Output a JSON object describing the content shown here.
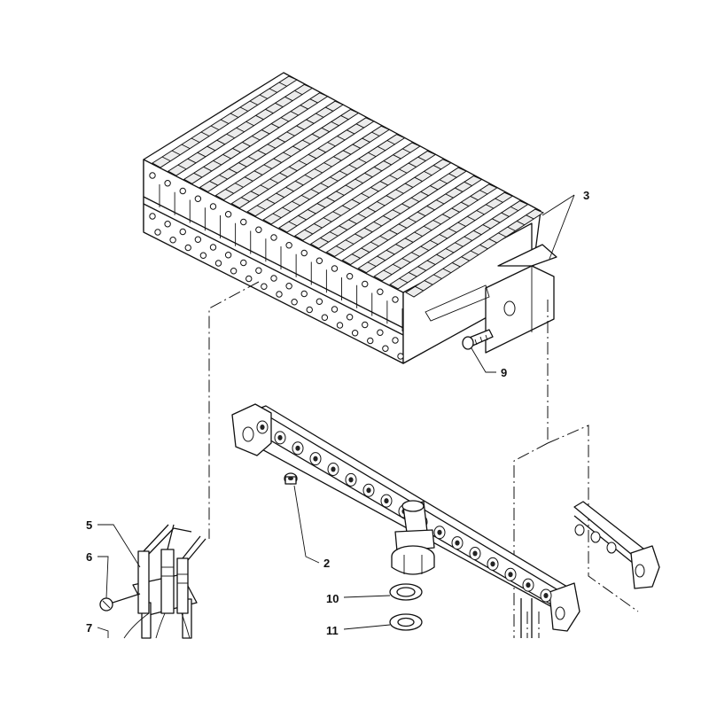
{
  "diagram": {
    "callouts": [
      {
        "id": "3",
        "label": "3",
        "part": "burner-assembly"
      },
      {
        "id": "9",
        "label": "9",
        "part": "fixing-screw"
      },
      {
        "id": "2",
        "label": "2",
        "part": "injector-nozzle"
      },
      {
        "id": "5",
        "label": "5",
        "part": "ignition-electrode"
      },
      {
        "id": "6",
        "label": "6",
        "part": "electrode-screw"
      },
      {
        "id": "7",
        "label": "7",
        "part": "electrode-bracket"
      },
      {
        "id": "10",
        "label": "10",
        "part": "washer"
      },
      {
        "id": "11",
        "label": "11",
        "part": "gasket"
      }
    ],
    "colors": {
      "line": "#111111",
      "background": "#ffffff",
      "fin_shade": "#ececec"
    }
  }
}
